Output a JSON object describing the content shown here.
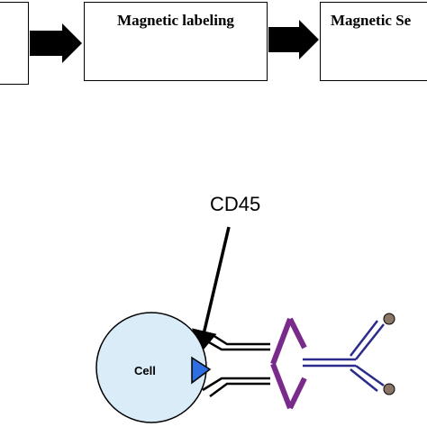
{
  "steps": {
    "left_label": "",
    "middle_label": "Magnetic labeling",
    "right_label": "Magnetic Se"
  },
  "labels": {
    "marker": "CD45",
    "cell": "Cell"
  },
  "colors": {
    "cell_fill": "#d9ecf8",
    "receptor": "#2d6fe0",
    "antibody_primary": "#000000",
    "linker": "#7a2a8a",
    "antibody_secondary": "#2b2b8c",
    "bead_fill": "#8a7566"
  }
}
